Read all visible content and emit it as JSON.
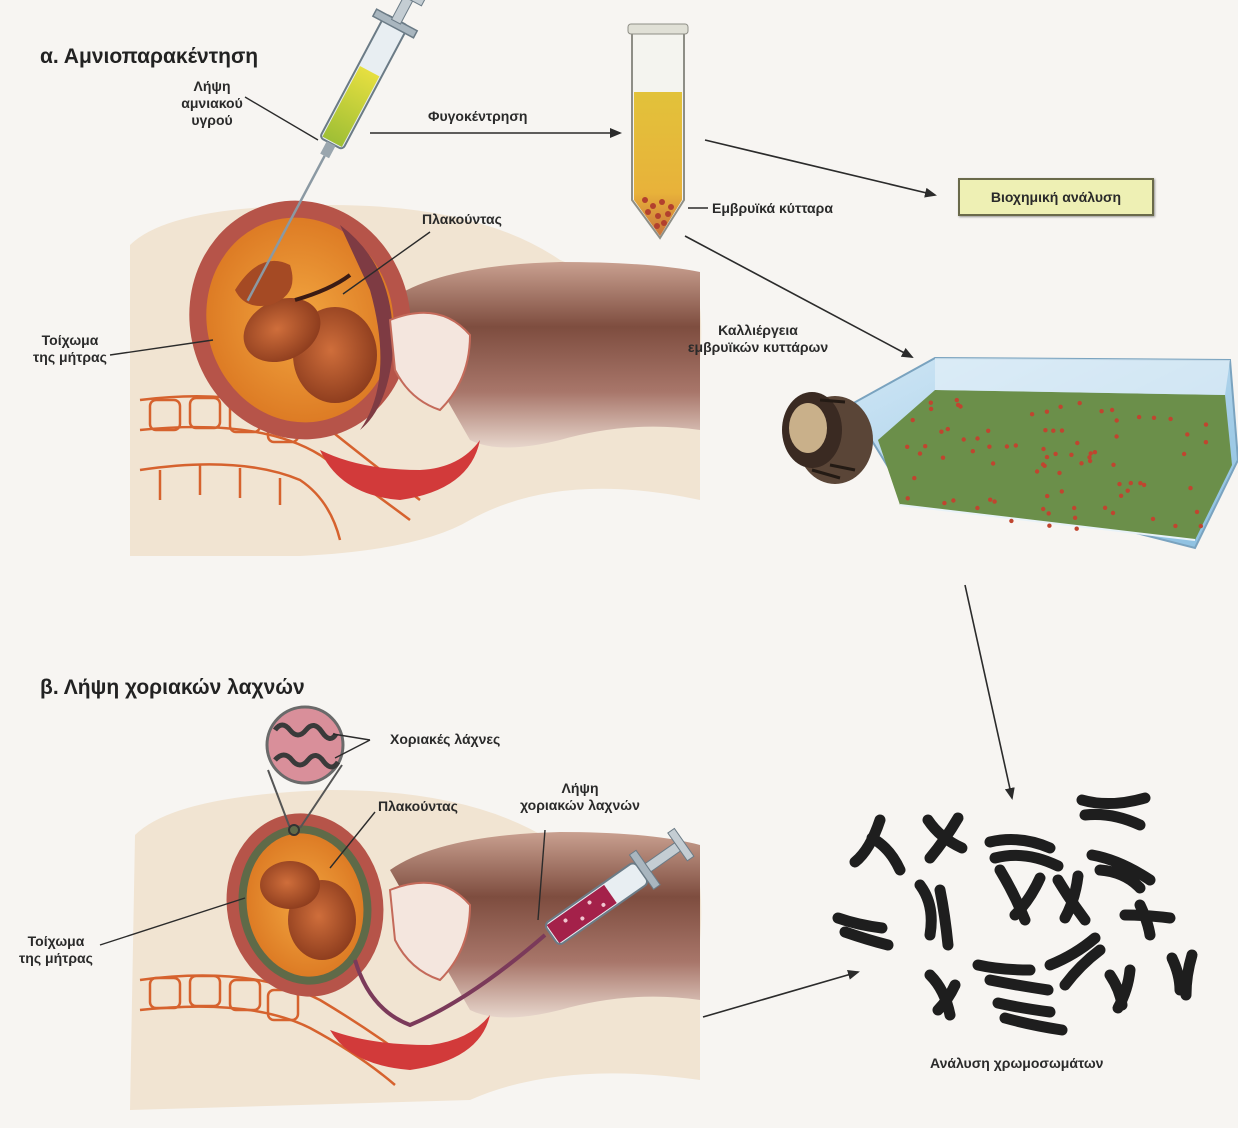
{
  "section_a": {
    "title": "α. Αμνιοπαρακέντηση",
    "label_fluid": "Λήψη\nαμνιακού\nυγρού",
    "label_centrifuge": "Φυγοκέντρηση",
    "label_placenta": "Πλακούντας",
    "label_uterus_wall": "Τοίχωμα\nτης μήτρας",
    "label_cells": "Εμβρυϊκά κύτταρα",
    "label_biochem": "Βιοχημική ανάλυση",
    "label_culture": "Καλλιέργεια\nεμβρυϊκών κυττάρων"
  },
  "section_b": {
    "title": "β. Λήψη χοριακών λαχνών",
    "label_villi": "Χοριακές λάχνες",
    "label_placenta": "Πλακούντας",
    "label_sampling": "Λήψη\nχοριακών λαχνών",
    "label_uterus_wall": "Τοίχωμα\nτης μήτρας"
  },
  "result": {
    "label_karyotype": "Ανάλυση χρωμοσωμάτων"
  },
  "colors": {
    "skin": "#8a5a4a",
    "uterus": "#b5544a",
    "amniotic": "#e8902c",
    "fetus": "#b95a2e",
    "fluid_yellow": "#d7d12a",
    "culture_green": "#7d9a5a",
    "chromosome": "#1e1e1e",
    "box_fill": "#eef0b4"
  }
}
